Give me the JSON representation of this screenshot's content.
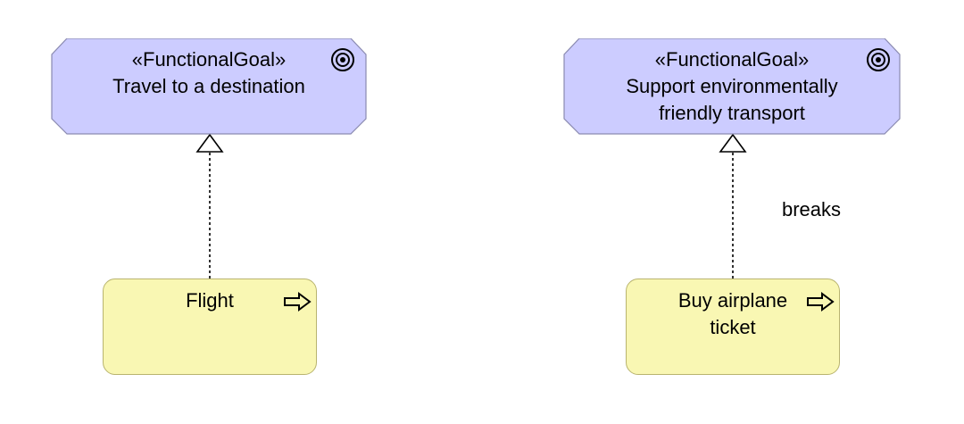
{
  "goals": [
    {
      "stereotype": "«FunctionalGoal»",
      "name": "Travel to a destination",
      "icon": "goal-target-icon"
    },
    {
      "stereotype": "«FunctionalGoal»",
      "name_line1": "Support environmentally",
      "name_line2": "friendly transport",
      "icon": "goal-target-icon"
    }
  ],
  "processes": [
    {
      "name": "Flight",
      "icon": "process-arrow-icon"
    },
    {
      "name_line1": "Buy airplane",
      "name_line2": "ticket",
      "icon": "process-arrow-icon"
    }
  ],
  "relations": [
    {
      "from": "Flight",
      "to": "Travel to a destination",
      "type": "realization",
      "label": ""
    },
    {
      "from": "Buy airplane ticket",
      "to": "Support environmentally friendly transport",
      "type": "realization",
      "label": "breaks"
    }
  ],
  "colors": {
    "goal_fill": "#ccccff",
    "goal_stroke": "#8a8ab0",
    "process_fill": "#f9f7b3",
    "process_stroke": "#b9b46f"
  }
}
